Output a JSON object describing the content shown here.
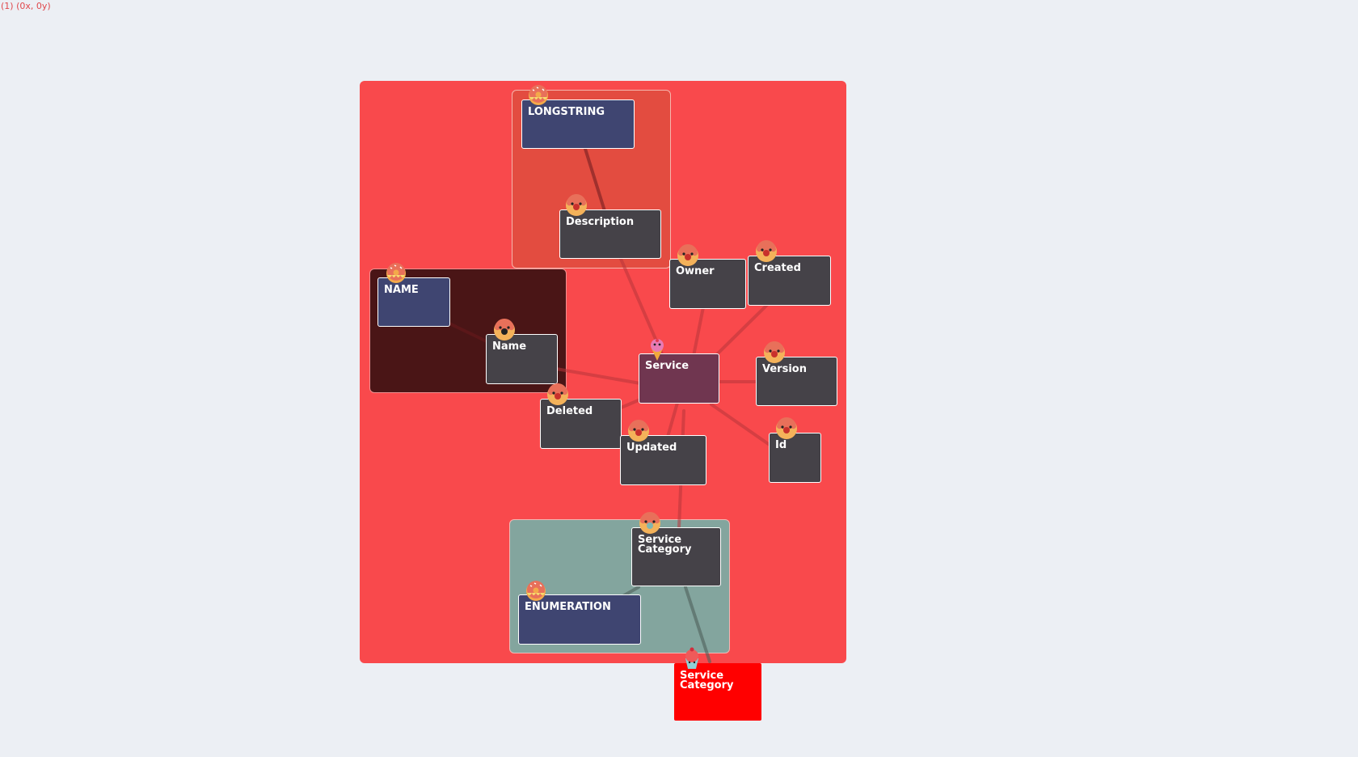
{
  "coords_label": "(1) (0x, 0y)",
  "colors": {
    "background": "#eceff4",
    "outer_group": "#f9494c",
    "longstring_group": "#e34c40",
    "name_group": "#4a1516",
    "enumeration_group": "#83a59e",
    "entity_node": "#454248",
    "type_node": "#3f4571",
    "service_node": "#703650",
    "external_node": "#ff0000",
    "edge": "#b8343a"
  },
  "nodes": {
    "longstring": {
      "label": "LONGSTRING",
      "icon": "sprinkle-donut-icon"
    },
    "description": {
      "label": "Description",
      "icon": "donut-icon"
    },
    "owner": {
      "label": "Owner",
      "icon": "donut-icon"
    },
    "created": {
      "label": "Created",
      "icon": "donut-icon"
    },
    "name_type": {
      "label": "NAME",
      "icon": "sprinkle-donut-icon"
    },
    "name": {
      "label": "Name",
      "icon": "donut-icon"
    },
    "service": {
      "label": "Service",
      "icon": "ice-cream-icon"
    },
    "version": {
      "label": "Version",
      "icon": "donut-icon"
    },
    "deleted": {
      "label": "Deleted",
      "icon": "donut-icon"
    },
    "updated": {
      "label": "Updated",
      "icon": "donut-icon"
    },
    "id": {
      "label": "Id",
      "icon": "donut-icon"
    },
    "service_category": {
      "label": "Service Category",
      "icon": "donut-icon"
    },
    "enumeration": {
      "label": "ENUMERATION",
      "icon": "sprinkle-donut-icon"
    },
    "service_category_external": {
      "label": "Service Category",
      "icon": "cupcake-icon"
    }
  }
}
